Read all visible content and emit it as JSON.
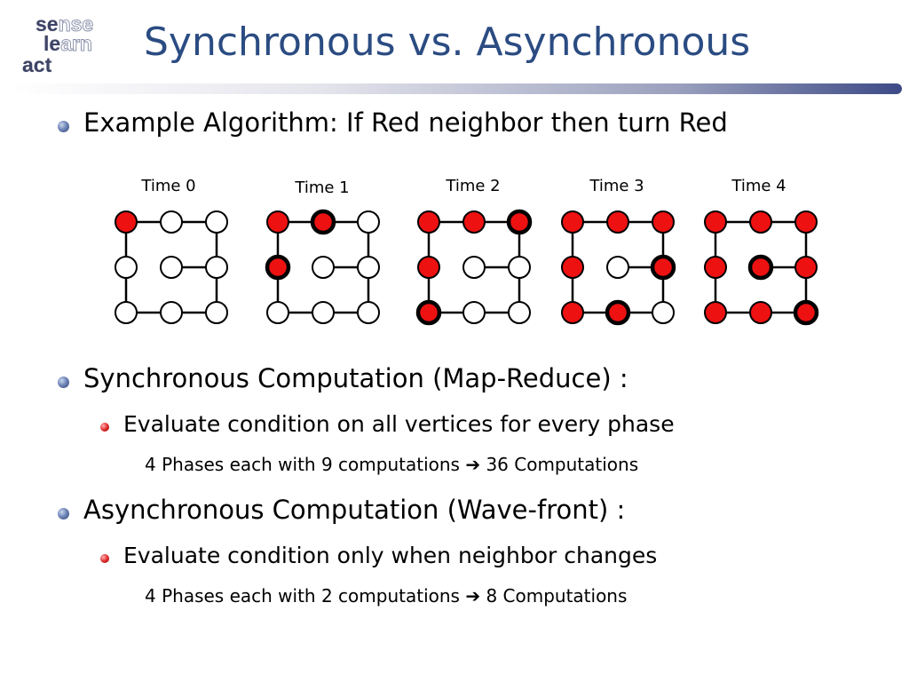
{
  "logo": {
    "line1": [
      "se",
      "nse"
    ],
    "line2": [
      "le",
      "arn"
    ],
    "line3": [
      "act",
      ""
    ]
  },
  "title": "Synchronous vs. Asynchronous",
  "bullets": {
    "example": "Example Algorithm: If Red neighbor then turn Red",
    "sync": "Synchronous Computation (Map-Reduce) :",
    "sync_sub": "Evaluate condition on all vertices for every phase",
    "sync_detail_pre": "4 Phases each with 9 computations",
    "sync_detail_post": "36 Computations",
    "async": "Asynchronous Computation (Wave-front) :",
    "async_sub": "Evaluate condition only when neighbor changes",
    "async_detail_pre": "4 Phases each with 2 computations",
    "async_detail_post": "8 Computations",
    "arrow": "➔"
  },
  "colors": {
    "title": "#2b4c82",
    "red_node": "#ee1111",
    "edge": "#000000",
    "empty_node": "#ffffff"
  },
  "grids": [
    {
      "label": "Time 0",
      "red": [
        [
          0,
          0
        ]
      ],
      "bold": []
    },
    {
      "label": "Time 1",
      "red": [
        [
          0,
          0
        ],
        [
          0,
          1
        ],
        [
          1,
          0
        ]
      ],
      "bold": [
        [
          0,
          1
        ],
        [
          1,
          0
        ]
      ]
    },
    {
      "label": "Time 2",
      "red": [
        [
          0,
          0
        ],
        [
          0,
          1
        ],
        [
          0,
          2
        ],
        [
          1,
          0
        ],
        [
          2,
          0
        ]
      ],
      "bold": [
        [
          0,
          2
        ],
        [
          2,
          0
        ]
      ]
    },
    {
      "label": "Time 3",
      "red": [
        [
          0,
          0
        ],
        [
          0,
          1
        ],
        [
          0,
          2
        ],
        [
          1,
          0
        ],
        [
          1,
          2
        ],
        [
          2,
          0
        ],
        [
          2,
          1
        ]
      ],
      "bold": [
        [
          1,
          2
        ],
        [
          2,
          1
        ]
      ]
    },
    {
      "label": "Time 4",
      "red": [
        [
          0,
          0
        ],
        [
          0,
          1
        ],
        [
          0,
          2
        ],
        [
          1,
          0
        ],
        [
          1,
          1
        ],
        [
          1,
          2
        ],
        [
          2,
          0
        ],
        [
          2,
          1
        ],
        [
          2,
          2
        ]
      ],
      "bold": [
        [
          1,
          1
        ],
        [
          2,
          2
        ]
      ]
    }
  ]
}
